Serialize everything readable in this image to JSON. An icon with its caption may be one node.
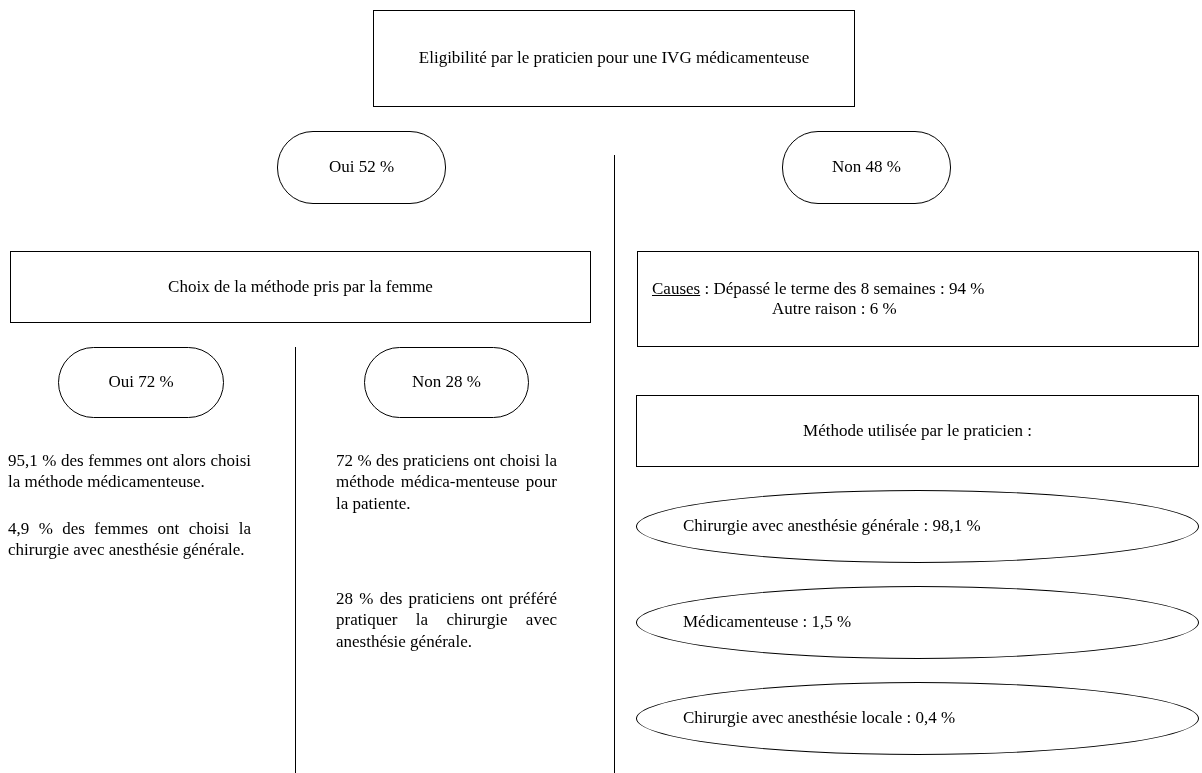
{
  "diagram": {
    "nodes": [
      {
        "text": [
          "Eligibilité par le praticien pour une IVG médicamenteuse"
        ]
      },
      {
        "text": [
          "Oui 52 %"
        ]
      },
      {
        "text": [
          "Non 48 %"
        ]
      },
      {
        "text": [
          "Choix de la méthode pris par la femme"
        ]
      },
      {
        "text": [
          "Causes",
          ": Dépassé le terme des 8 semaines : 94 %",
          "Autre raison : 6 %"
        ]
      },
      {
        "text": [
          "Oui 72 %"
        ]
      },
      {
        "text": [
          "Non 28 %"
        ]
      },
      {
        "text": [
          "Méthode utilisée par le praticien :"
        ]
      },
      {
        "text": [
          "Chirurgie avec anesthésie générale : 98,1 %"
        ]
      },
      {
        "text": [
          "Médicamenteuse : 1,5 %"
        ]
      },
      {
        "text": [
          "Chirurgie avec anesthésie locale : 0,4 %"
        ]
      }
    ],
    "labels": [
      "95,1 % des femmes ont alors choisi la méthode médicamenteuse.",
      "4,9 % des femmes ont choisi la chirurgie avec anesthésie générale.",
      "72 % des praticiens ont choisi la méthode médica-menteuse pour la patiente.",
      "28 % des praticiens ont préféré pratiquer la chirurgie avec anesthésie générale."
    ]
  }
}
